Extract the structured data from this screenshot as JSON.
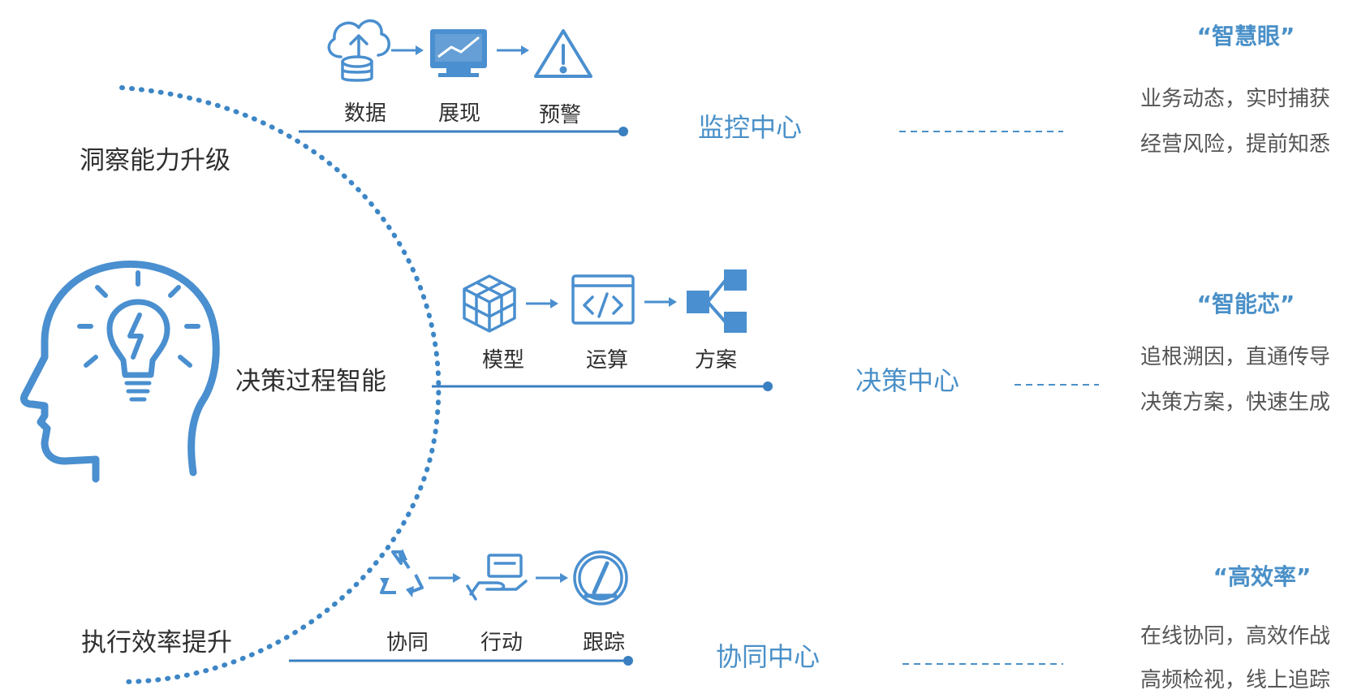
{
  "colors": {
    "accent": "#4a90c8",
    "icon": "#4a8fcf",
    "text_dark": "#2f2f2f",
    "text_body": "#555555",
    "line": "#3a7fc0",
    "dotted": "#3d86c6"
  },
  "left_labels": {
    "insight": "洞察能力升级",
    "decision": "决策过程智能",
    "execution": "执行效率提升"
  },
  "rows": [
    {
      "steps": [
        {
          "icon": "cloud-database-icon",
          "label": "数据"
        },
        {
          "icon": "monitor-chart-icon",
          "label": "展现"
        },
        {
          "icon": "warning-triangle-icon",
          "label": "预警"
        }
      ],
      "center": "监控中心",
      "quote": "“智慧眼”",
      "desc": [
        "业务动态，实时捕获",
        "经营风险，提前知悉"
      ]
    },
    {
      "steps": [
        {
          "icon": "cube-model-icon",
          "label": "模型"
        },
        {
          "icon": "code-window-icon",
          "label": "运算"
        },
        {
          "icon": "share-nodes-icon",
          "label": "方案"
        }
      ],
      "center": "决策中心",
      "quote": "“智能芯”",
      "desc": [
        "追根溯因，直通传导",
        "决策方案，快速生成"
      ]
    },
    {
      "steps": [
        {
          "icon": "recycle-arrows-icon",
          "label": "协同"
        },
        {
          "icon": "hand-card-icon",
          "label": "行动"
        },
        {
          "icon": "gauge-icon",
          "label": "跟踪"
        }
      ],
      "center": "协同中心",
      "quote": "“高效率”",
      "desc": [
        "在线协同，高效作战",
        "高频检视，线上追踪"
      ]
    }
  ],
  "head_icon": "head-lightbulb-icon"
}
